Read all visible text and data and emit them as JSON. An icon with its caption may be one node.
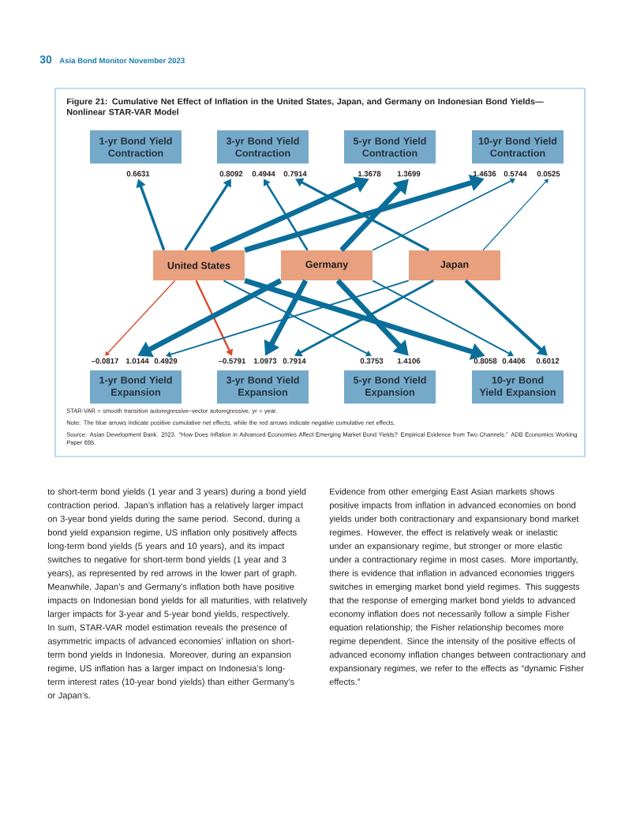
{
  "diagram": {
    "title": "Figure 21: Cumulative Net Effect of Inflation in the United States, Japan, and Germany on Indonesian Bond Yields—Nonlinear STAR-VAR Model",
    "nodes": [
      {
        "text": [
          "1-yr Bond Yield Contraction"
        ]
      },
      {
        "text": [
          "3-yr Bond Yield Contraction"
        ]
      },
      {
        "text": [
          "5-yr Bond Yield Contraction"
        ]
      },
      {
        "text": [
          "10-yr Bond Yield Contraction"
        ]
      },
      {
        "text": [
          "0.6631"
        ]
      },
      {
        "text": [
          "0.8092"
        ]
      },
      {
        "text": [
          "0.4944"
        ]
      },
      {
        "text": [
          "0.7914"
        ]
      },
      {
        "text": [
          "1.3678"
        ]
      },
      {
        "text": [
          "1.3699"
        ]
      },
      {
        "text": [
          "1.4636"
        ]
      },
      {
        "text": [
          "0.5744"
        ]
      },
      {
        "text": [
          "0.0525"
        ]
      },
      {
        "text": [
          "United States"
        ]
      },
      {
        "text": [
          "Germany"
        ]
      },
      {
        "text": [
          "Japan"
        ]
      },
      {
        "text": [
          "–0.0817"
        ]
      },
      {
        "text": [
          "1.0144"
        ]
      },
      {
        "text": [
          "0.4929"
        ]
      },
      {
        "text": [
          "–0.5791"
        ]
      },
      {
        "text": [
          "1.0973"
        ]
      },
      {
        "text": [
          "0.7914"
        ]
      },
      {
        "text": [
          "0.3753"
        ]
      },
      {
        "text": [
          "1.4106"
        ]
      },
      {
        "text": [
          "0.8058"
        ]
      },
      {
        "text": [
          "0.4406"
        ]
      },
      {
        "text": [
          "0.6012"
        ]
      },
      {
        "text": [
          "1-yr Bond Yield Expansion"
        ]
      },
      {
        "text": [
          "3-yr Bond Yield Expansion"
        ]
      },
      {
        "text": [
          "5-yr Bond Yield Expansion"
        ]
      },
      {
        "text": [
          "10-yr Bond Yield Expansion"
        ]
      }
    ],
    "edges": [
      {
        "from": 13,
        "to": 4,
        "arrow": "to"
      },
      {
        "from": 13,
        "to": 5,
        "arrow": "to"
      },
      {
        "from": 13,
        "to": 8,
        "arrow": "to",
        "style": "thick"
      },
      {
        "from": 13,
        "to": 10,
        "arrow": "to",
        "style": "thick"
      },
      {
        "from": 14,
        "to": 6,
        "arrow": "to"
      },
      {
        "from": 14,
        "to": 9,
        "arrow": "to",
        "style": "thick"
      },
      {
        "from": 14,
        "to": 11,
        "arrow": "to"
      },
      {
        "from": 15,
        "to": 7,
        "arrow": "to"
      },
      {
        "from": 15,
        "to": 12,
        "arrow": "to"
      },
      {
        "from": 13,
        "to": 16,
        "arrow": "to",
        "color": "#d9492b"
      },
      {
        "from": 13,
        "to": 19,
        "arrow": "to",
        "color": "#d9492b"
      },
      {
        "from": 13,
        "to": 22,
        "arrow": "to"
      },
      {
        "from": 13,
        "to": 24,
        "arrow": "to",
        "style": "thick"
      },
      {
        "from": 14,
        "to": 17,
        "arrow": "to",
        "style": "thick"
      },
      {
        "from": 14,
        "to": 20,
        "arrow": "to",
        "style": "thick"
      },
      {
        "from": 14,
        "to": 23,
        "arrow": "to",
        "style": "thick"
      },
      {
        "from": 14,
        "to": 25,
        "arrow": "to"
      },
      {
        "from": 15,
        "to": 18,
        "arrow": "to"
      },
      {
        "from": 15,
        "to": 21,
        "arrow": "to"
      },
      {
        "from": 15,
        "to": 26,
        "arrow": "to"
      }
    ],
    "labels": [
      "30",
      "Asia Bond Monitor November 2023",
      "STAR-VAR = smooth transition autoregressive–vector autoregressive, yr = year.",
      "Note: The blue arrows indicate positive cumulative net effects, while the red arrows indicate negative cumulative net effects.",
      "Source: Asian Development Bank. 2023. “How Does Inflation in Advanced Economies Affect Emerging Market Bond Yields? Empirical Evidence from Two Channels.” ADB Economics Working Paper 695.",
      "to short-term bond yields (1 year and 3 years) during a bond yield contraction period. Japan’s inflation has a relatively larger impact on 3-year bond yields during the same period. Second, during a bond yield expansion regime, US inflation only positively affects long-term bond yields (5 years and 10 years), and its impact switches to negative for short-term bond yields (1 year and 3 years), as represented by red arrows in the lower part of graph. Meanwhile, Japan’s and Germany’s inflation both have positive impacts on Indonesian bond yields for all maturities, with relatively larger impacts for 3-year and 5-year bond yields, respectively. In sum, STAR-VAR model estimation reveals the presence of asymmetric impacts of advanced economies’ inflation on short-term bond yields in Indonesia. Moreover, during an expansion regime, US inflation has a larger impact on Indonesia’s long-term interest rates (10-year bond yields) than either Germany’s or Japan’s.",
      "Evidence from other emerging East Asian markets shows positive impacts from inflation in advanced economies on bond yields under both contractionary and expansionary bond market regimes. However, the effect is relatively weak or inelastic under an expansionary regime, but stronger or more elastic under a contractionary regime in most cases. More importantly, there is evidence that inflation in advanced economies triggers switches in emerging market bond yield regimes. This suggests that the response of emerging market bond yields to advanced economy inflation does not necessarily follow a simple Fisher equation relationship; the Fisher relationship becomes more regime dependent. Since the intensity of the positive effects of advanced economy inflation changes between contractionary and expansionary regimes, we refer to the effects as “dynamic Fisher effects.”"
    ]
  }
}
